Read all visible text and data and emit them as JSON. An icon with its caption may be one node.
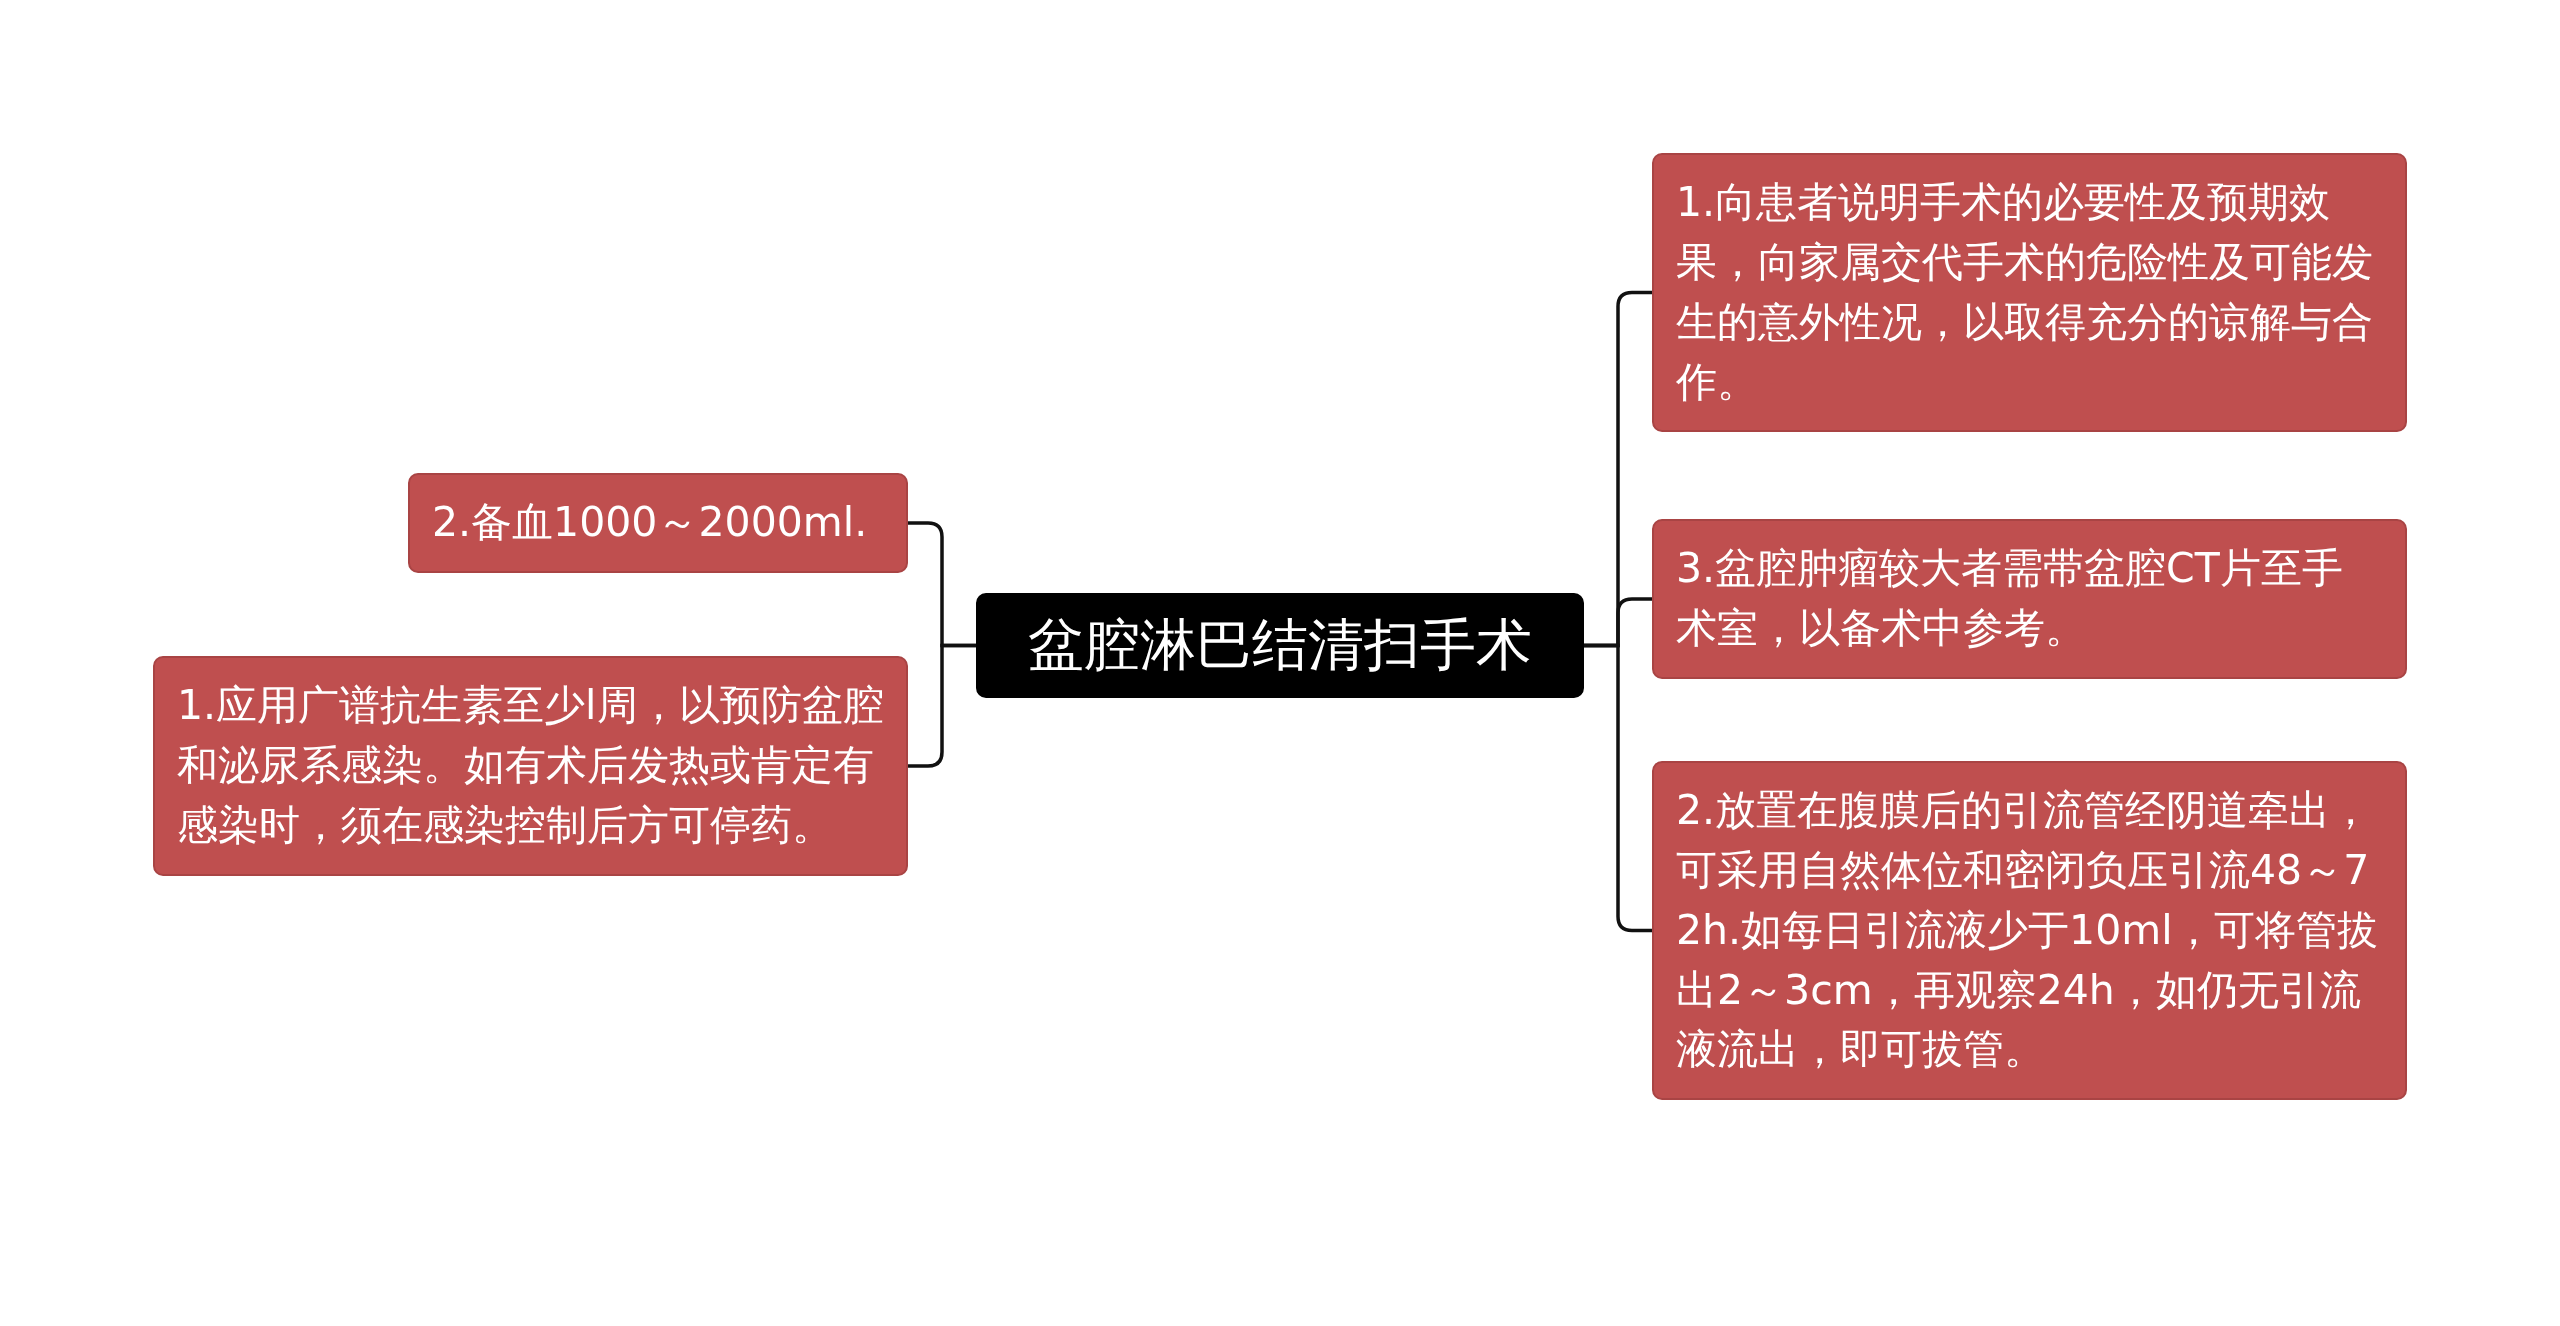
{
  "diagram": {
    "nodes": [
      {
        "text": [
          "盆腔淋巴结清扫手术"
        ]
      },
      {
        "text": [
          "2.备血1000～2000ml."
        ]
      },
      {
        "text": [
          "1.应用广谱抗生素至少l周，以预防盆腔和泌尿系感染。如有术后发热或肯定有感染时，须在感染控制后方可停药。"
        ]
      },
      {
        "text": [
          "1.向患者说明手术的必要性及预期效果，向家属交代手术的危险性及可能发生的意外性况，以取得充分的谅解与合作。"
        ]
      },
      {
        "text": [
          "3.盆腔肿瘤较大者需带盆腔CT片至手术室，以备术中参考。"
        ]
      },
      {
        "text": [
          "2.放置在腹膜后的引流管经阴道牵出，可采用自然体位和密闭负压引流48～72h.如每日引流液少于10ml，可将管拔出2～3cm，再观察24h，如仍无引流液流出，即可拔管。"
        ]
      }
    ],
    "edges": [
      {
        "from": 0,
        "to": 1,
        "arrow": "none"
      },
      {
        "from": 0,
        "to": 2,
        "arrow": "none"
      },
      {
        "from": 0,
        "to": 3,
        "arrow": "none"
      },
      {
        "from": 0,
        "to": 4,
        "arrow": "none"
      },
      {
        "from": 0,
        "to": 5,
        "arrow": "none"
      }
    ]
  }
}
